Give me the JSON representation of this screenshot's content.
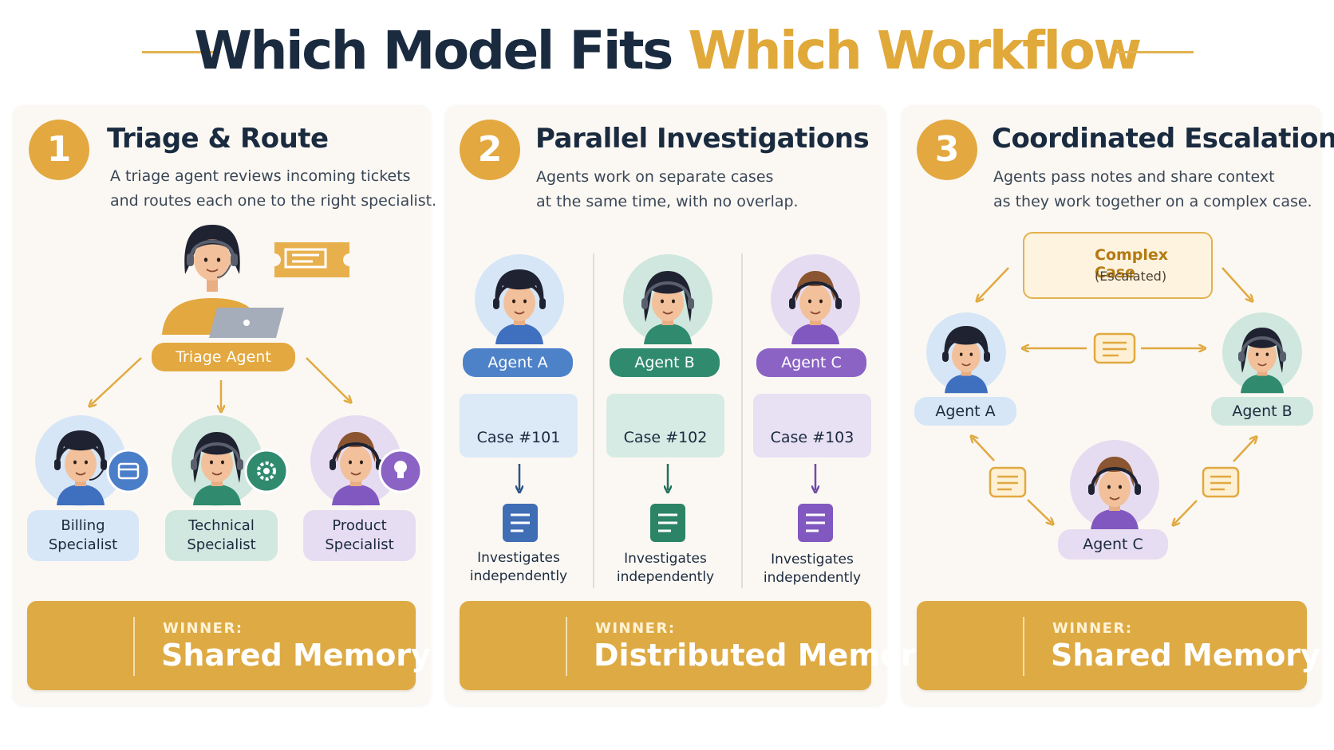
{
  "title": {
    "part1": "Which Model Fits",
    "part2": "Which Workflow"
  },
  "colors": {
    "gold": "#e0a93a",
    "navy": "#1a2b40",
    "blue": "#4d82c9",
    "teal": "#2f8a6e",
    "purple": "#8b63c4"
  },
  "panels": [
    {
      "number": "1",
      "title": "Triage & Route",
      "desc_line1": "A triage agent reviews incoming tickets",
      "desc_line2": "and routes each one to the right specialist.",
      "agent_label": "Triage Agent",
      "specialists": [
        {
          "line1": "Billing",
          "line2": "Specialist",
          "icon": "card-icon"
        },
        {
          "line1": "Technical",
          "line2": "Specialist",
          "icon": "gear-icon"
        },
        {
          "line1": "Product",
          "line2": "Specialist",
          "icon": "lightbulb-icon"
        }
      ],
      "winner_label": "WINNER:",
      "winner_value": "Shared Memory"
    },
    {
      "number": "2",
      "title": "Parallel Investigations",
      "desc_line1": "Agents work on separate cases",
      "desc_line2": "at the same time, with no overlap.",
      "agents": [
        {
          "name": "Agent A",
          "case": "Case #101",
          "inv1": "Investigates",
          "inv2": "independently"
        },
        {
          "name": "Agent B",
          "case": "Case #102",
          "inv1": "Investigates",
          "inv2": "independently"
        },
        {
          "name": "Agent C",
          "case": "Case #103",
          "inv1": "Investigates",
          "inv2": "independently"
        }
      ],
      "winner_label": "WINNER:",
      "winner_value": "Distributed Memory"
    },
    {
      "number": "3",
      "title": "Coordinated Escalation",
      "desc_line1": "Agents pass notes and share context",
      "desc_line2": "as they work together on a complex case.",
      "case_title": "Complex Case",
      "case_sub": "(Escalated)",
      "agents": [
        "Agent A",
        "Agent B",
        "Agent C"
      ],
      "winner_label": "WINNER:",
      "winner_value": "Shared Memory"
    }
  ]
}
